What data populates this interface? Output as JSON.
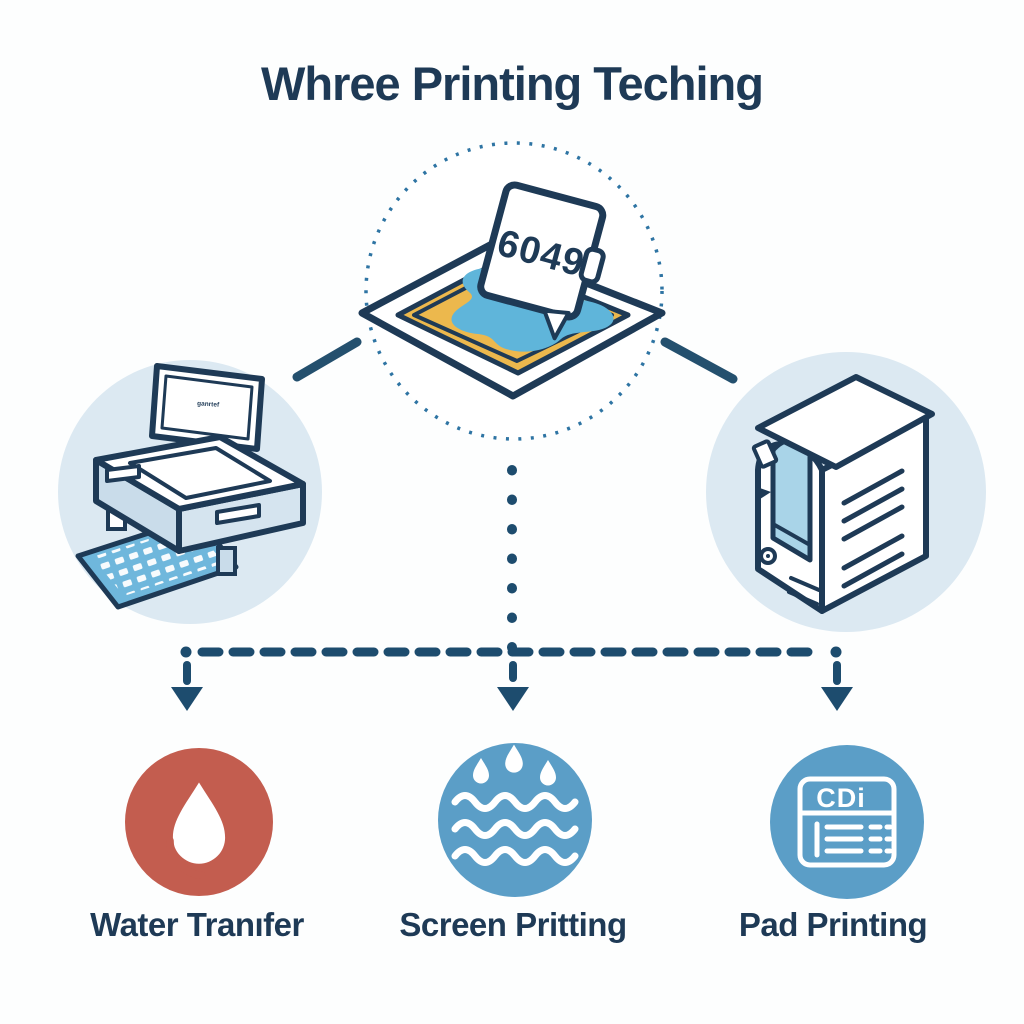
{
  "title": "Whree Printing Teching",
  "nodes": {
    "center": {
      "icon": "screen-printing-frame-icon",
      "card_text": "6049"
    },
    "left": {
      "icon": "desktop-printer-icon",
      "screen_text": "ganrtef"
    },
    "right": {
      "icon": "label-printer-icon"
    }
  },
  "techniques": [
    {
      "label": "Water Tranıfer",
      "icon": "water-drop-icon",
      "circle_color": "#c35d4f"
    },
    {
      "label": "Screen Pritting",
      "icon": "rain-waves-icon",
      "circle_color": "#5b9ec7"
    },
    {
      "label": "Pad Printing",
      "icon": "pad-plate-icon",
      "icon_text": "CDi",
      "circle_color": "#5b9ec7"
    }
  ],
  "colors": {
    "navy": "#1e3a56",
    "connector": "#1d4c6e",
    "dashed_circle": "#2e74a3",
    "node_circle": "#dce9f2",
    "frame_yellow": "#ecb84d",
    "ink_blue": "#5fb5da",
    "sheet_blue": "#6fb7dc",
    "roll_blue": "#a9d4e8",
    "printer_face": "#c9dcea"
  }
}
